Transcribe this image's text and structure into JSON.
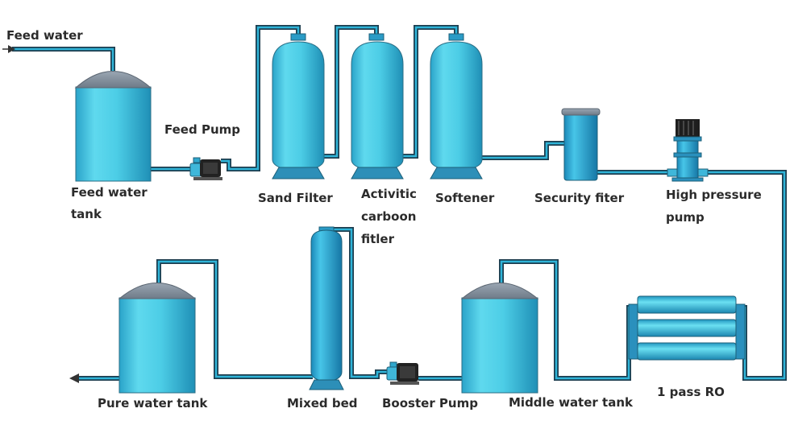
{
  "labels": {
    "feed_water": "Feed water",
    "feed_water_tank_1": "Feed water",
    "feed_water_tank_2": "tank",
    "feed_pump": "Feed Pump",
    "sand_filter": "Sand Filter",
    "activated_carbon_1": "Activitic",
    "activated_carbon_2": "carboon",
    "activated_carbon_3": "fitler",
    "softener": "Softener",
    "security_filter": "Security fiter",
    "high_pressure_pump_1": "High pressure",
    "high_pressure_pump_2": "pump",
    "ro_unit": "1 pass RO",
    "middle_water_tank": "Middle water tank",
    "booster_pump": "Booster Pump",
    "mixed_bed": "Mixed bed",
    "pure_water_tank": "Pure water tank"
  },
  "colors": {
    "tank_body": "#4fd0e6",
    "tank_top": "#8a97a5",
    "pipe_outer": "#1d3d4e",
    "pipe_inner": "#2fb4d8",
    "text": "#2b2b2b"
  }
}
